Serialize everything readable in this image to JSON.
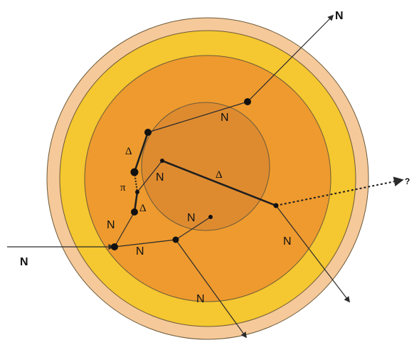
{
  "labels": {
    "incoming": "N",
    "n_entry_up": "N",
    "n_entry_right": "N",
    "delta_upper": "Δ",
    "pi": "π",
    "delta_lower": "Δ",
    "n_core": "N",
    "delta_core": "Δ",
    "n_upper_track": "N",
    "n_mid": "N",
    "n_lower_right": "N",
    "n_bottom": "N",
    "escape_n": "N",
    "escape_unknown": "?"
  },
  "colors": {
    "outer_ring": "#F6C99A",
    "yellow_ring": "#F5C730",
    "orange_ring": "#EE9A2E",
    "core": "#DE8B30",
    "ring_stroke": "#6b5a3a",
    "line": "#2b2b2b",
    "text": "#111111"
  }
}
